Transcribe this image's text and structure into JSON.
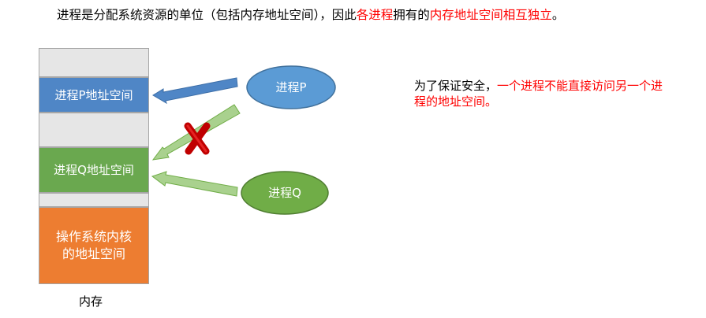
{
  "title": {
    "part1": "进程是分配系统资源的单位（包括内存地址空间），因此",
    "red1": "各进程",
    "part2": "拥有的",
    "red2": "内存地址空间相互独立",
    "end": "。"
  },
  "memory": {
    "label": "内存",
    "blocks": [
      {
        "label": "进程P地址空间"
      },
      {
        "label": "进程Q地址空间"
      },
      {
        "label": "操作系统内核的地址空间"
      }
    ]
  },
  "processes": [
    {
      "label": "进程P",
      "color": "#5b9bd5"
    },
    {
      "label": "进程Q",
      "color": "#70ad47"
    }
  ],
  "note": {
    "black": "为了保证安全，",
    "red": "一个进程不能直接访问另一个进程的地址空间。"
  },
  "colors": {
    "blue": "#4f86c6",
    "green": "#6aa84f",
    "orange": "#ed7d31",
    "gray": "#e6e6e6",
    "cross": "#c00000"
  }
}
